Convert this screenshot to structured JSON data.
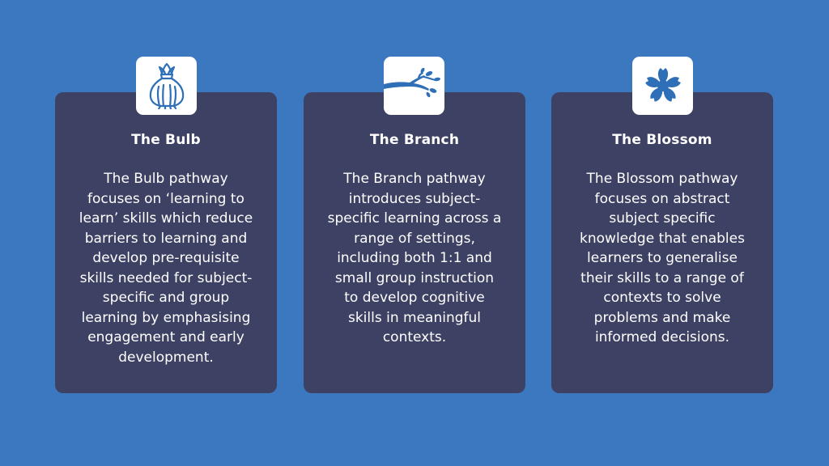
{
  "colors": {
    "background": "#3b78bf",
    "card": "#3d4163",
    "icon_tile": "#ffffff",
    "icon_stroke": "#2f6fb8",
    "text": "#ffffff"
  },
  "cards": [
    {
      "icon": "bulb-icon",
      "title": "The Bulb",
      "lines": [
        "The Bulb pathway",
        "focuses on ‘learning to",
        "learn’ skills which reduce",
        "barriers to learning and",
        "develop pre-requisite",
        "skills needed for subject-",
        "specific and group",
        "learning by emphasising",
        "engagement and early",
        "development."
      ]
    },
    {
      "icon": "branch-icon",
      "title": "The Branch",
      "lines": [
        "The Branch pathway",
        "introduces subject-",
        "specific learning across a",
        "range of settings,",
        "including both 1:1 and",
        "small group instruction",
        "to develop cognitive",
        "skills in meaningful",
        "contexts."
      ]
    },
    {
      "icon": "blossom-icon",
      "title": "The Blossom",
      "lines": [
        "The Blossom pathway",
        "focuses on abstract",
        "subject specific",
        "knowledge that enables",
        "learners to generalise",
        "their skills to a range of",
        "contexts to solve",
        "problems and make",
        "informed decisions."
      ]
    }
  ]
}
